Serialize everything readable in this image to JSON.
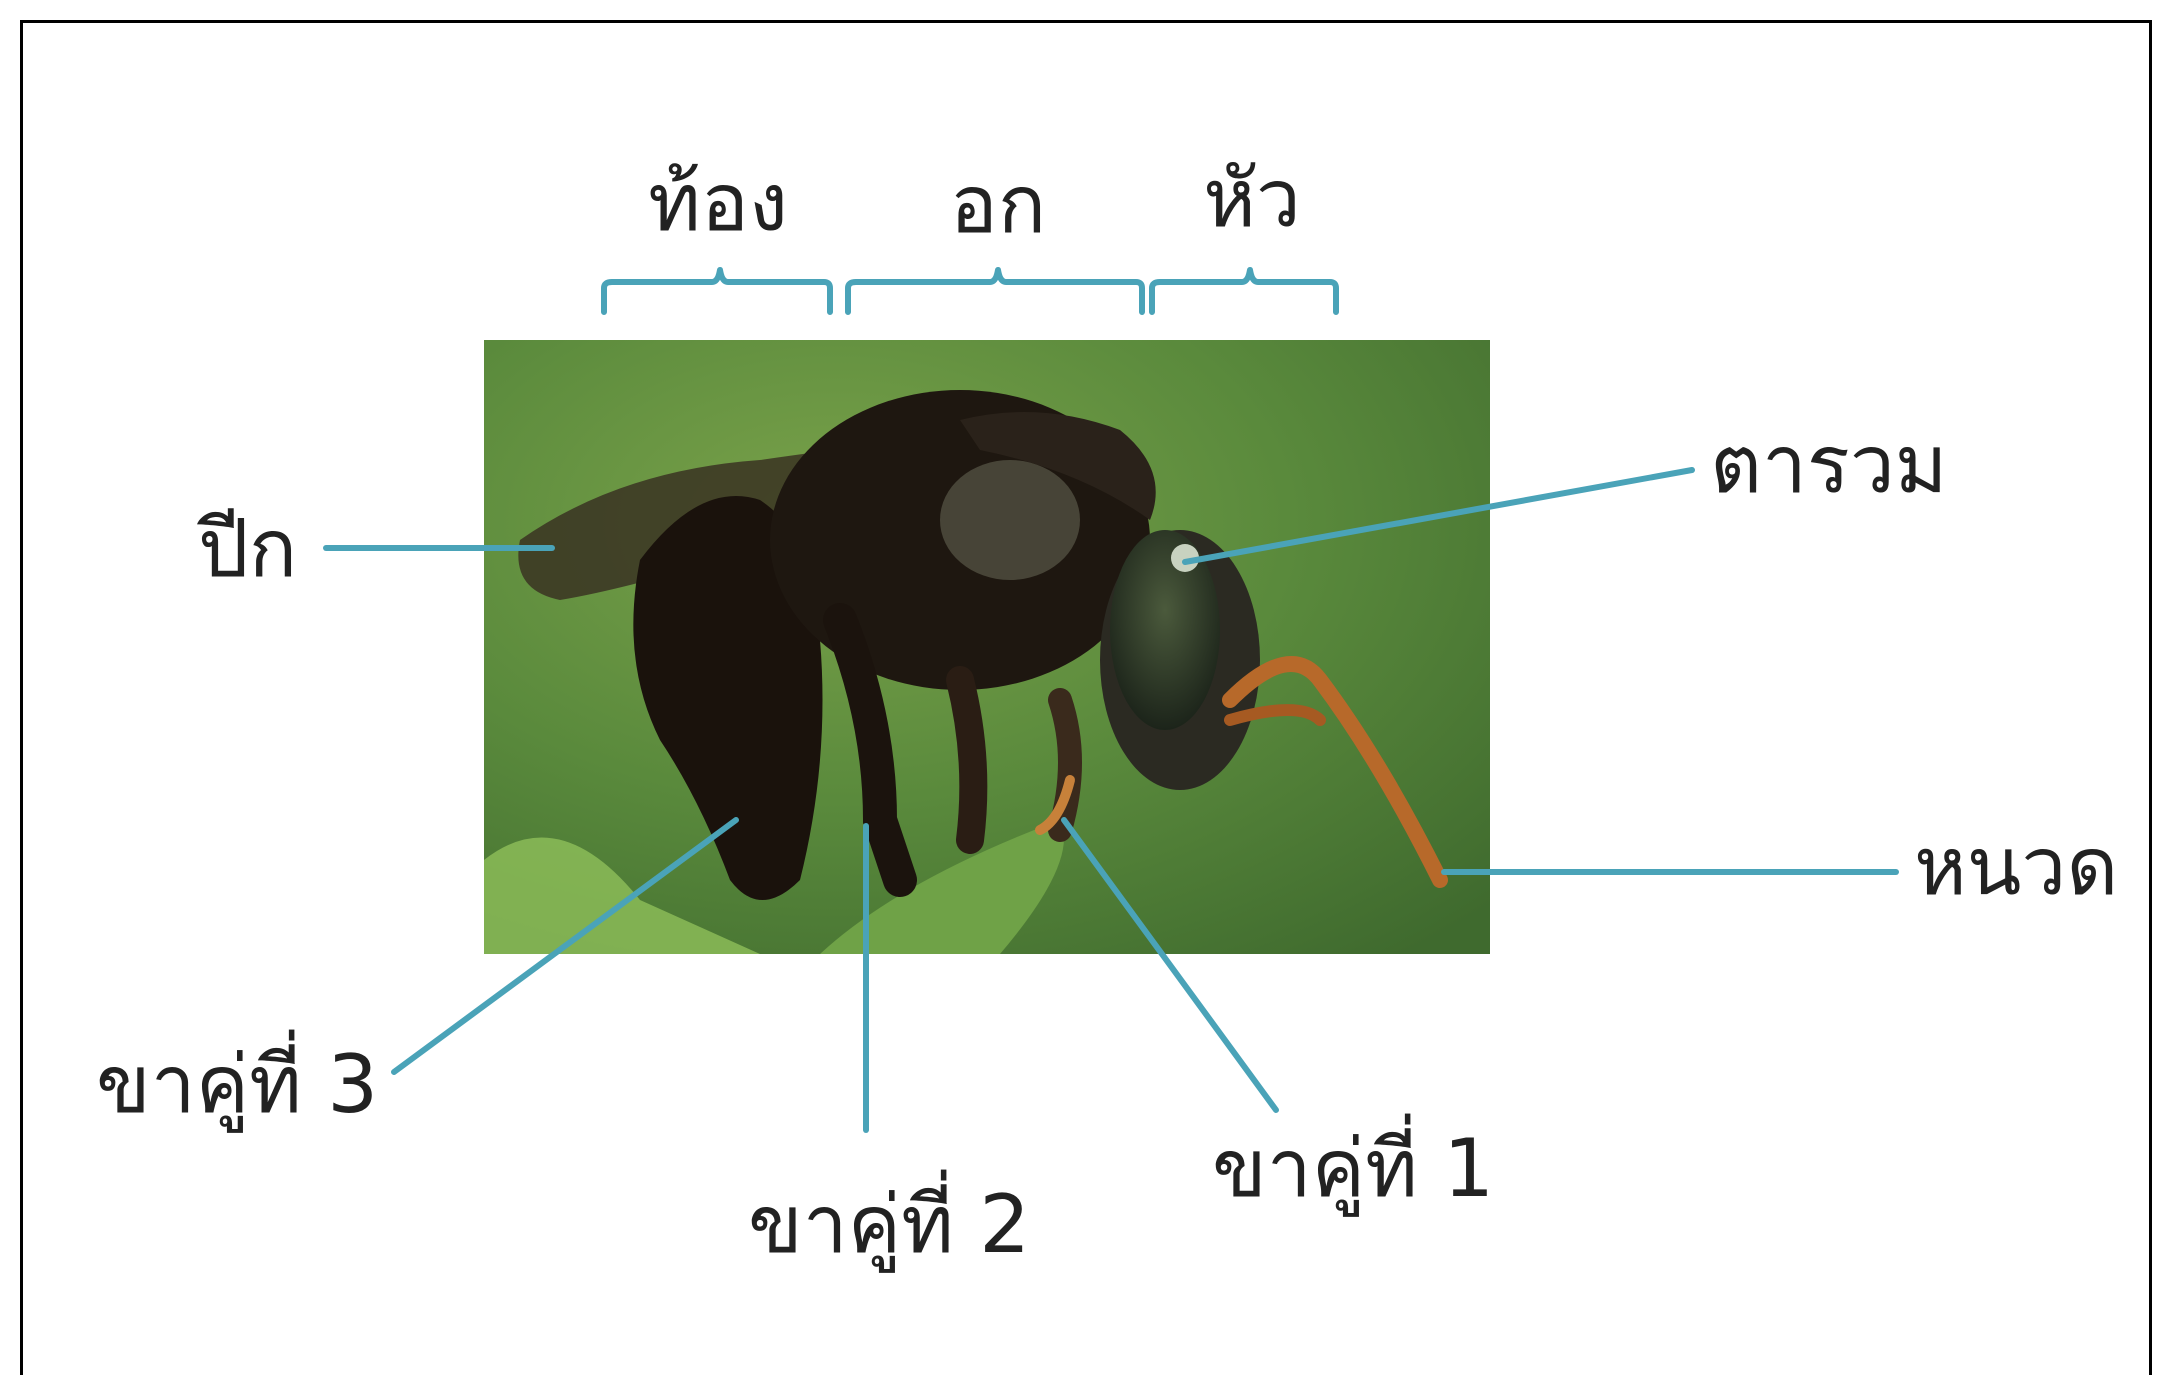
{
  "regions": {
    "abdomen": "ท้อง",
    "thorax": "อก",
    "head": "หัว"
  },
  "parts": {
    "wing": "ปีก",
    "compound_eye": "ตารวม",
    "antenna": "หนวด",
    "leg_pair_3": "ขาคู่ที่  3",
    "leg_pair_2": "ขาคู่ที่  2",
    "leg_pair_1": "ขาคู่ที่  1"
  },
  "colors": {
    "leader_line": "#4aa3b8",
    "label_text": "#222222",
    "photo_background": "#5f8a3a"
  }
}
